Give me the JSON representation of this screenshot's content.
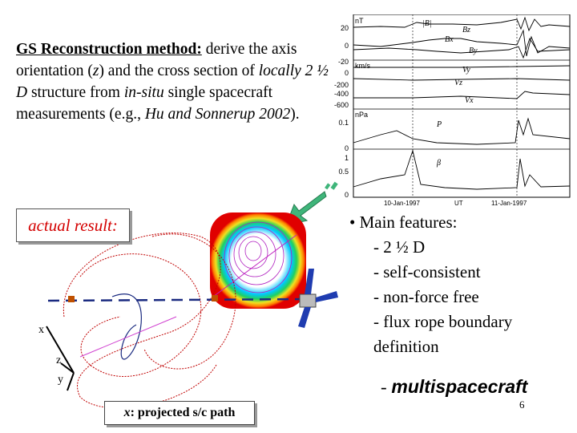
{
  "intro": {
    "heading": "GS Reconstruction method:",
    "text1": " derive the axis orientation (",
    "axis_var": "z",
    "text2": ") and the cross section of ",
    "italic1": "locally 2 ½ D",
    "text3": " structure from ",
    "italic2": "in-situ",
    "text4": " single spacecraft measurements (e.g., ",
    "citation": "Hu and Sonnerup 2002",
    "text5": ")."
  },
  "actual_label": "actual result:",
  "features": {
    "heading": "• Main features:",
    "items": [
      "- 2 ½ D",
      "- self-consistent",
      "- non-force free",
      "- flux rope boundary"
    ],
    "continuation": "definition",
    "last_prefix": "- ",
    "last_bold": "multispacecraft"
  },
  "path_caption": {
    "var": "x",
    "rest": ": projected s/c path"
  },
  "slide_number": "6",
  "plot": {
    "panel_labels": [
      "nT",
      "km/s",
      "nPa",
      ""
    ],
    "ticks": [
      "20",
      "0",
      "-20",
      "0",
      "-200",
      "-400",
      "-600",
      "0.1",
      "0",
      "1",
      "0.5",
      "0"
    ],
    "trace_labels": [
      "|B|",
      "Bz",
      "Bx",
      "By",
      "Vy",
      "Vz",
      "Vx",
      "P",
      "β"
    ],
    "x_labels": [
      "10-Jan-1997",
      "UT",
      "11-Jan-1997"
    ]
  },
  "axes_labels": {
    "x": "x",
    "z": "z",
    "y": "y"
  },
  "colors": {
    "red_label": "#d40000",
    "arrow": "#3fb57a",
    "path": "#c00000",
    "trajectory": "#1a2a80"
  }
}
